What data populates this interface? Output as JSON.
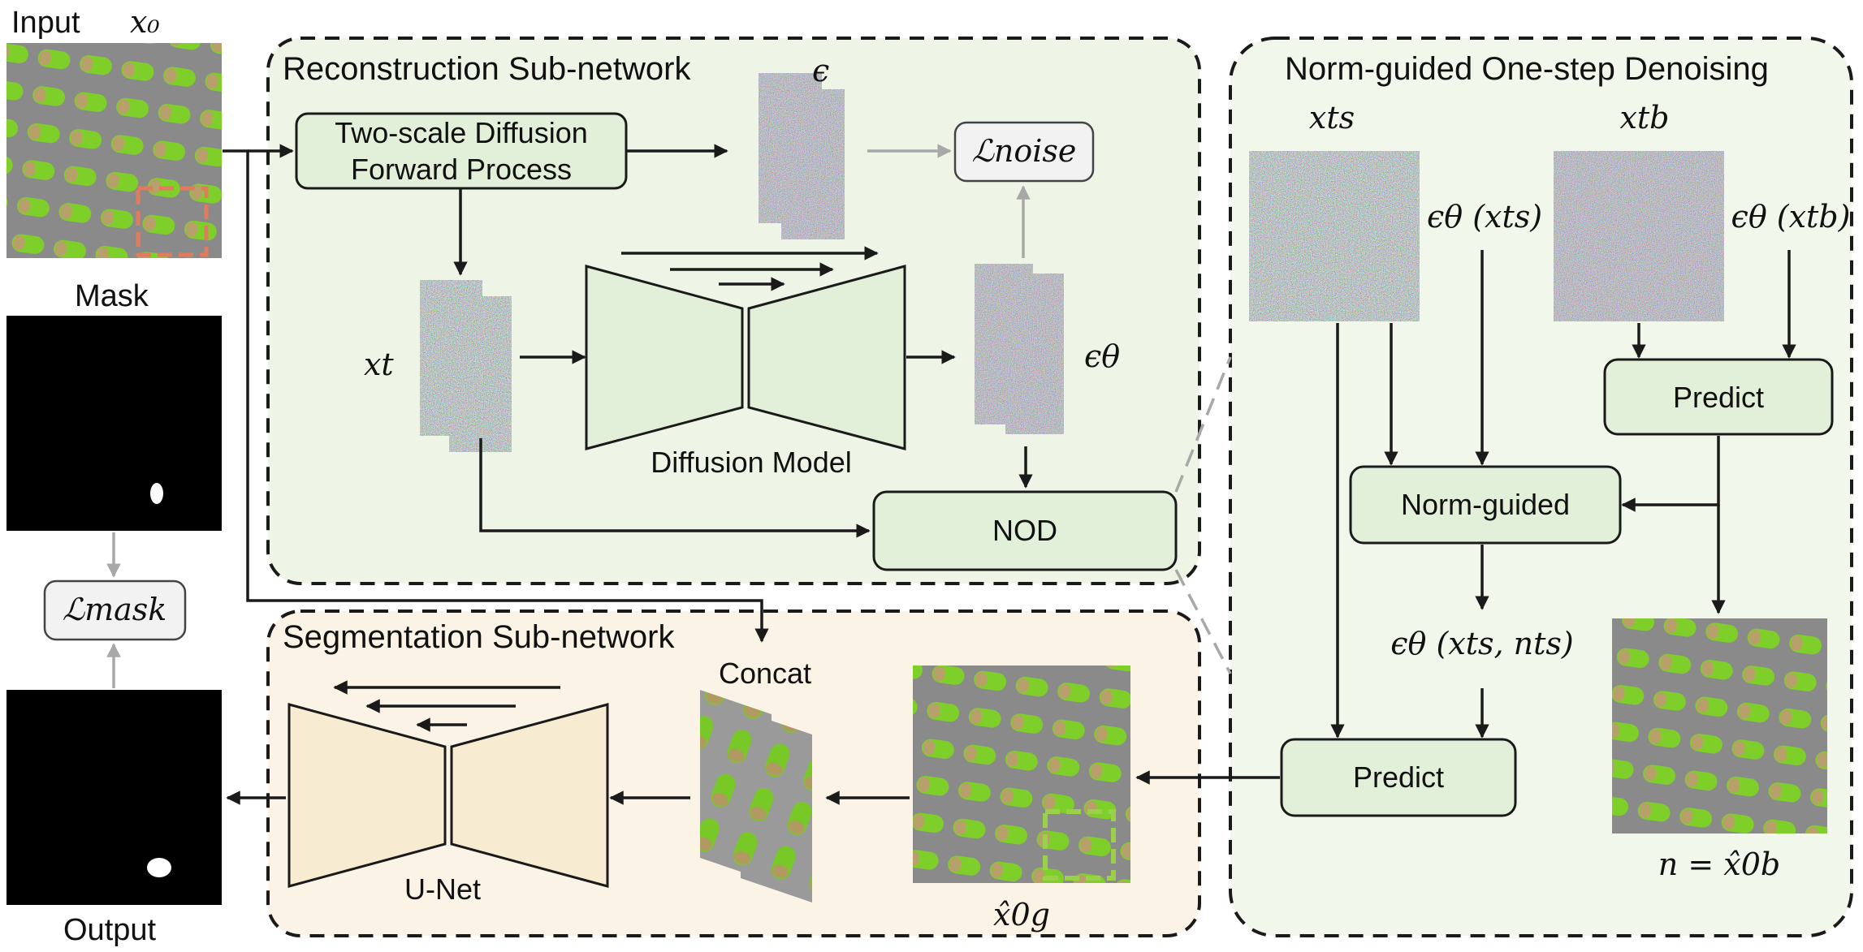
{
  "labels": {
    "input": "Input",
    "input_math": "x₀",
    "mask": "Mask",
    "output": "Output",
    "loss_mask": "ℒmask",
    "loss_noise": "ℒnoise"
  },
  "reconstruction": {
    "title": "Reconstruction Sub-network",
    "forward_line1": "Two-scale Diffusion",
    "forward_line2": "Forward Process",
    "epsilon": "ϵ",
    "x_t": "xt",
    "diffusion_model": "Diffusion Model",
    "eps_theta": "ϵθ",
    "nod": "NOD"
  },
  "segmentation": {
    "title": "Segmentation Sub-network",
    "concat": "Concat",
    "unet": "U-Net",
    "x_hat_0g": "x̂0g"
  },
  "denoising": {
    "title": "Norm-guided One-step Denoising",
    "x_ts": "xts",
    "x_tb": "xtb",
    "eps_x_ts": "ϵθ (xts)",
    "eps_x_tb": "ϵθ (xtb)",
    "predict_top": "Predict",
    "norm_guided": "Norm-guided",
    "eps_x_ts_nts": "ϵθ (xts, nts)",
    "predict_bottom": "Predict",
    "n_eq": "n = x̂0b"
  },
  "colors": {
    "recon_bg": "#eef5e6",
    "seg_bg": "#fbf4e6",
    "denoise_bg": "#f2f7ec",
    "green_box": "#e2f0da",
    "unet_fill": "#f7ebd2",
    "diffusion_fill": "#e2f0da",
    "loss_box": "#f2f2f2",
    "capsule_green": "#7fcf2a",
    "highlight_red": "#e07b5e",
    "highlight_green": "#9ad04a"
  }
}
